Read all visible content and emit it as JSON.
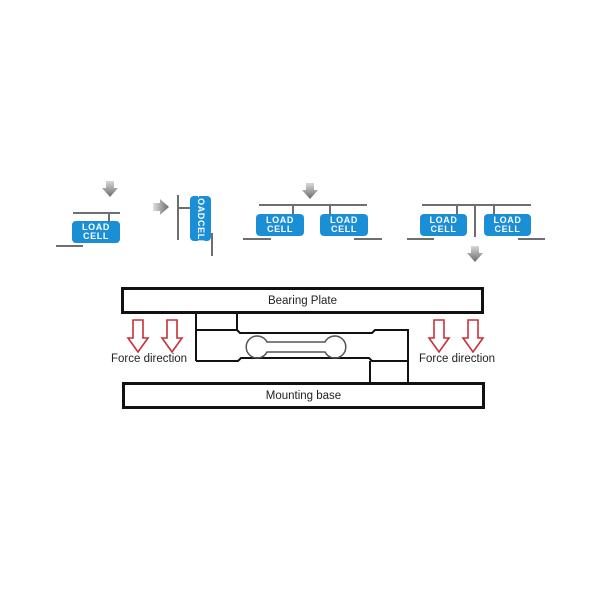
{
  "installation_options": [
    {
      "id": "single-top",
      "cells": [
        {
          "line1": "LOAD",
          "line2": "CELL"
        }
      ],
      "arrow": "down"
    },
    {
      "id": "single-side",
      "cells": [
        {
          "line1": "LOAD",
          "line2": "CELL"
        }
      ],
      "arrow": "right"
    },
    {
      "id": "double-top",
      "cells": [
        {
          "line1": "LOAD",
          "line2": "CELL"
        },
        {
          "line1": "LOAD",
          "line2": "CELL"
        }
      ],
      "arrow": "down"
    },
    {
      "id": "double-bottom",
      "cells": [
        {
          "line1": "LOAD",
          "line2": "CELL"
        },
        {
          "line1": "LOAD",
          "line2": "CELL"
        }
      ],
      "arrow": "down-below"
    }
  ],
  "mounting_diagram": {
    "bearing_plate_label": "Bearing Plate",
    "mounting_base_label": "Mounting base",
    "force_label_left": "Force direction",
    "force_label_right": "Force direction"
  },
  "colors": {
    "load_cell_blue": "#1a8fd6",
    "force_arrow_red": "#c8303a",
    "line_gray": "#6e6e6e",
    "outline_black": "#111111"
  }
}
